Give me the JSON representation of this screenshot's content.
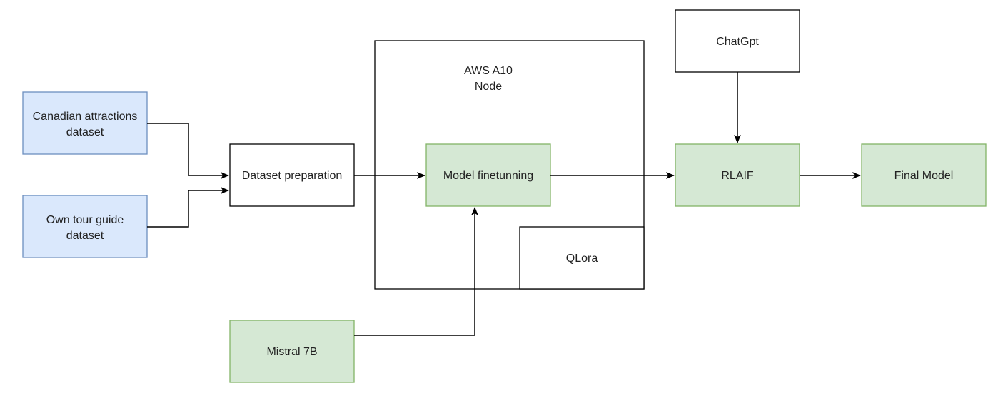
{
  "palette": {
    "blue_fill": "#dae8fc",
    "blue_stroke": "#6c8ebf",
    "green_fill": "#d5e8d4",
    "green_stroke": "#82b366",
    "white_fill": "#ffffff",
    "black_stroke": "#000000"
  },
  "nodes": {
    "canadian": {
      "lines": [
        "Canadian attractions",
        "dataset"
      ]
    },
    "own_tour": {
      "lines": [
        "Own tour guide",
        "dataset"
      ]
    },
    "prep": {
      "lines": [
        "Dataset preparation"
      ]
    },
    "aws": {
      "lines": [
        "AWS A10",
        "Node"
      ]
    },
    "finetune": {
      "lines": [
        "Model finetunning"
      ]
    },
    "qlora": {
      "lines": [
        "QLora"
      ]
    },
    "mistral": {
      "lines": [
        "Mistral 7B"
      ]
    },
    "chatgpt": {
      "lines": [
        "ChatGpt"
      ]
    },
    "rlaif": {
      "lines": [
        "RLAIF"
      ]
    },
    "final": {
      "lines": [
        "Final Model"
      ]
    }
  }
}
